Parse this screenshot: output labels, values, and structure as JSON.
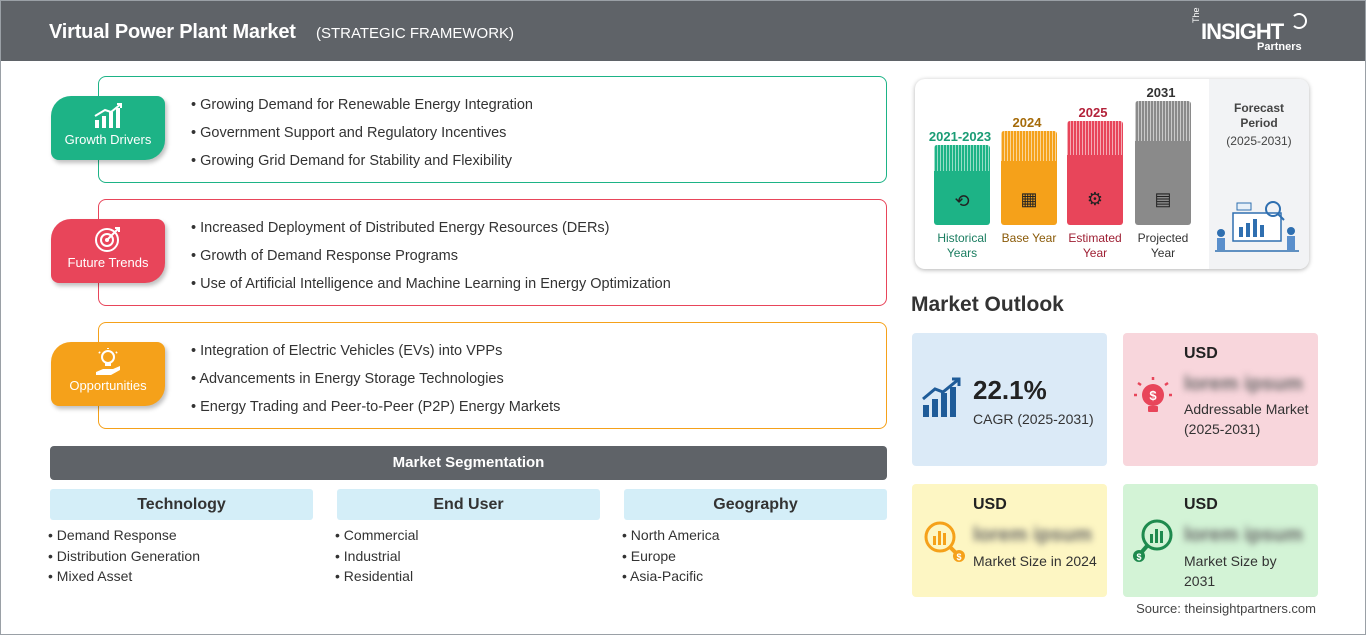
{
  "header": {
    "title": "Virtual Power Plant Market",
    "subtitle": "(STRATEGIC FRAMEWORK)",
    "logo": {
      "the": "The",
      "main": "INSIGHT",
      "sub": "Partners"
    }
  },
  "drivers": [
    {
      "label": "Growth Drivers",
      "color": "#1db386",
      "icon": "bar-chart-growth-icon",
      "items": [
        "Growing Demand for Renewable Energy Integration",
        "Government Support and Regulatory Incentives",
        "Growing Grid Demand for Stability and Flexibility"
      ]
    },
    {
      "label": "Future Trends",
      "color": "#e8455a",
      "icon": "target-icon",
      "items": [
        "Increased Deployment of Distributed Energy Resources (DERs)",
        "Growth of Demand Response Programs",
        "Use of Artificial Intelligence and Machine Learning in Energy Optimization"
      ]
    },
    {
      "label": "Opportunities",
      "color": "#f5a11a",
      "icon": "lightbulb-hand-icon",
      "items": [
        "Integration of Electric Vehicles (EVs) into VPPs",
        "Advancements in Energy Storage Technologies",
        "Energy Trading and Peer-to-Peer (P2P) Energy Markets"
      ]
    }
  ],
  "segmentation": {
    "title": "Market Segmentation",
    "columns": [
      {
        "head": "Technology",
        "items": [
          "Demand Response",
          "Distribution Generation",
          "Mixed Asset"
        ]
      },
      {
        "head": "End User",
        "items": [
          "Commercial",
          "Industrial",
          "Residential"
        ]
      },
      {
        "head": "Geography",
        "items": [
          "North America",
          "Europe",
          "Asia-Pacific"
        ]
      }
    ]
  },
  "timeline": {
    "bars": [
      {
        "year": "2021-2023",
        "label": "Historical Years",
        "color": "#1db386",
        "yearColor": "#1a9c75",
        "icon": "history-icon"
      },
      {
        "year": "2024",
        "label": "Base Year",
        "color": "#f5a11a",
        "yearColor": "#a56b0a",
        "icon": "calendar-icon"
      },
      {
        "year": "2025",
        "label": "Estimated Year",
        "color": "#e8455a",
        "yearColor": "#b3223a",
        "icon": "estimate-icon"
      },
      {
        "year": "2031",
        "label": "Projected Year",
        "color": "#8a8a8a",
        "yearColor": "#333333",
        "icon": "projection-icon"
      }
    ],
    "forecast_title": "Forecast Period",
    "forecast_period": "(2025-2031)"
  },
  "outlook": {
    "title": "Market Outlook",
    "cagr": {
      "value": "22.1%",
      "label": "CAGR (2025-2031)",
      "color": "#dbeaf7"
    },
    "addressable": {
      "usd": "USD",
      "value": "lorem ipsum",
      "label": "Addressable Market (2025-2031)",
      "color": "#f8d6dc"
    },
    "size2024": {
      "usd": "USD",
      "value": "lorem ipsum",
      "label": "Market Size in 2024",
      "color": "#fdf6c3"
    },
    "size2031": {
      "usd": "USD",
      "value": "lorem ipsum",
      "label": "Market Size by 2031",
      "color": "#d3f3d6"
    }
  },
  "source": "Source: theinsightpartners.com"
}
